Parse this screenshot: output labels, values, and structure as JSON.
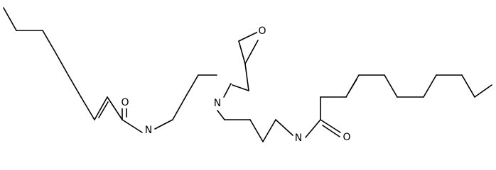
{
  "diagram": {
    "type": "skeletal-structural-formula",
    "colors": {
      "background": "#ffffff",
      "bond": "#000000",
      "label": "#000000"
    },
    "atoms": {
      "amide_n_left": "N",
      "amide_n_right": "N",
      "amine_n": "N",
      "carbonyl_o_left": "O",
      "carbonyl_o_right": "O",
      "epoxide_o": "O"
    }
  }
}
